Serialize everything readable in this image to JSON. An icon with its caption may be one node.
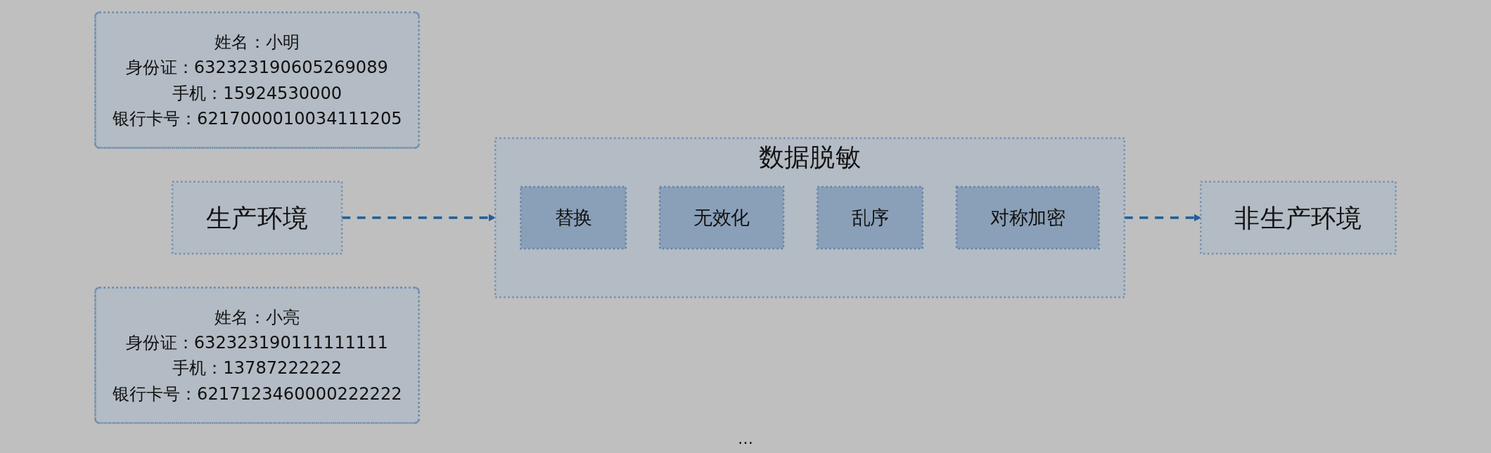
{
  "diagram": {
    "nodes": [
      {
        "text": [
          "姓名：小明",
          "身份证：632323190605269089",
          "手机：15924530000",
          "银行卡号：6217000010034111205"
        ]
      },
      {
        "text": [
          "生产环境"
        ]
      },
      {
        "text": [
          "数据脱敏"
        ]
      },
      {
        "text": [
          "替换"
        ],
        "in": 2
      },
      {
        "text": [
          "无效化"
        ],
        "in": 2
      },
      {
        "text": [
          "乱序"
        ],
        "in": 2
      },
      {
        "text": [
          "对称加密"
        ],
        "in": 2
      },
      {
        "text": [
          "姓名：小亮",
          "身份证：632323190111111111",
          "手机：13787222222",
          "银行卡号：6217123460000222222"
        ]
      },
      {
        "text": [
          "非生产环境"
        ]
      }
    ],
    "edges": [
      {
        "from": 1,
        "to": 2,
        "arrow": "to",
        "style": "dashed"
      },
      {
        "from": 2,
        "to": 8,
        "arrow": "to",
        "style": "dashed"
      }
    ],
    "labels": [
      "…"
    ]
  }
}
